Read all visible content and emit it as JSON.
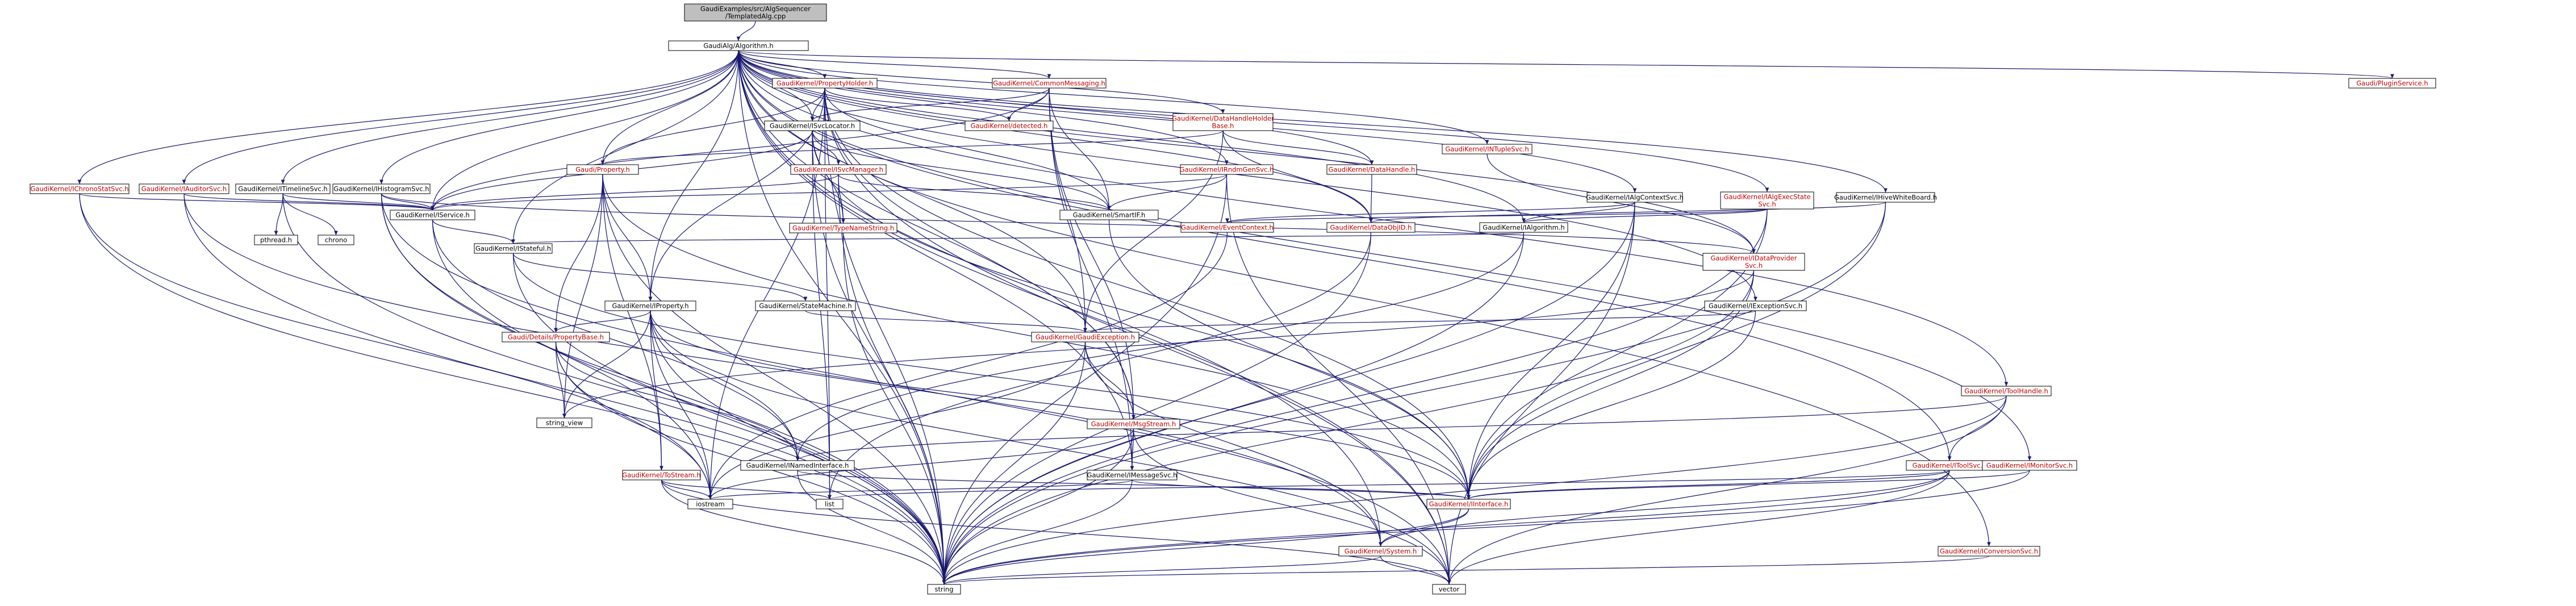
{
  "colors": {
    "edge": "#191970",
    "root_fill": "#bfbfbf",
    "red_text": "#bf0000",
    "node_text": "#000000"
  },
  "nodes": [
    {
      "id": "root",
      "lines": [
        "GaudiExamples/src/AlgSequencer",
        "/TemplatedAlg.cpp"
      ],
      "color": "root"
    },
    {
      "id": "alg",
      "lines": [
        "GaudiAlg/Algorithm.h"
      ],
      "color": "black"
    },
    {
      "id": "ichrono",
      "lines": [
        "GaudiKernel/IChronoStatSvc.h"
      ],
      "color": "red"
    },
    {
      "id": "iauditor",
      "lines": [
        "GaudiKernel/IAuditorSvc.h"
      ],
      "color": "red"
    },
    {
      "id": "itimeline",
      "lines": [
        "GaudiKernel/ITimelineSvc.h"
      ],
      "color": "black"
    },
    {
      "id": "ihisto",
      "lines": [
        "GaudiKernel/IHistogramSvc.h"
      ],
      "color": "black"
    },
    {
      "id": "propholder",
      "lines": [
        "GaudiKernel/PropertyHolder.h"
      ],
      "color": "red"
    },
    {
      "id": "commonmsg",
      "lines": [
        "GaudiKernel/CommonMessaging.h"
      ],
      "color": "red"
    },
    {
      "id": "dhh",
      "lines": [
        "GaudiKernel/DataHandleHolder",
        "Base.h"
      ],
      "color": "red"
    },
    {
      "id": "ntuple",
      "lines": [
        "GaudiKernel/INTupleSvc.h"
      ],
      "color": "red"
    },
    {
      "id": "pluginsvc",
      "lines": [
        "Gaudi/PluginService.h"
      ],
      "color": "red"
    },
    {
      "id": "isvclocator",
      "lines": [
        "GaudiKernel/ISvcLocator.h"
      ],
      "color": "black"
    },
    {
      "id": "detected",
      "lines": [
        "GaudiKernel/detected.h"
      ],
      "color": "red"
    },
    {
      "id": "property",
      "lines": [
        "Gaudi/Property.h"
      ],
      "color": "red"
    },
    {
      "id": "isvcmanager",
      "lines": [
        "GaudiKernel/ISvcManager.h"
      ],
      "color": "red"
    },
    {
      "id": "smartif",
      "lines": [
        "GaudiKernel/SmartIF.h"
      ],
      "color": "black"
    },
    {
      "id": "irndm",
      "lines": [
        "GaudiKernel/IRndmGenSvc.h"
      ],
      "color": "red"
    },
    {
      "id": "datahandle",
      "lines": [
        "GaudiKernel/DataHandle.h"
      ],
      "color": "red"
    },
    {
      "id": "ialgctx",
      "lines": [
        "GaudiKernel/IAlgContextSvc.h"
      ],
      "color": "black"
    },
    {
      "id": "ialgexec",
      "lines": [
        "GaudiKernel/IAlgExecState",
        "Svc.h"
      ],
      "color": "red"
    },
    {
      "id": "ihive",
      "lines": [
        "GaudiKernel/IHiveWhiteBoard.h"
      ],
      "color": "black"
    },
    {
      "id": "iservice",
      "lines": [
        "GaudiKernel/IService.h"
      ],
      "color": "black"
    },
    {
      "id": "typename",
      "lines": [
        "GaudiKernel/TypeNameString.h"
      ],
      "color": "red"
    },
    {
      "id": "eventctx",
      "lines": [
        "GaudiKernel/EventContext.h"
      ],
      "color": "red"
    },
    {
      "id": "dataobjid",
      "lines": [
        "GaudiKernel/DataObjID.h"
      ],
      "color": "red"
    },
    {
      "id": "ialgorithm",
      "lines": [
        "GaudiKernel/IAlgorithm.h"
      ],
      "color": "black"
    },
    {
      "id": "pthread",
      "lines": [
        "pthread.h"
      ],
      "color": "grey"
    },
    {
      "id": "chrono",
      "lines": [
        "chrono"
      ],
      "color": "grey"
    },
    {
      "id": "istateful",
      "lines": [
        "GaudiKernel/IStateful.h"
      ],
      "color": "black"
    },
    {
      "id": "idataprov",
      "lines": [
        "GaudiKernel/IDataProvider",
        "Svc.h"
      ],
      "color": "red"
    },
    {
      "id": "iproperty",
      "lines": [
        "GaudiKernel/IProperty.h"
      ],
      "color": "black"
    },
    {
      "id": "istatemachine",
      "lines": [
        "GaudiKernel/StateMachine.h"
      ],
      "color": "black"
    },
    {
      "id": "iexception",
      "lines": [
        "GaudiKernel/IExceptionSvc.h"
      ],
      "color": "black"
    },
    {
      "id": "propbase",
      "lines": [
        "Gaudi/Details/PropertyBase.h"
      ],
      "color": "red"
    },
    {
      "id": "gaudiexc",
      "lines": [
        "GaudiKernel/GaudiException.h"
      ],
      "color": "red"
    },
    {
      "id": "toolhandle",
      "lines": [
        "GaudiKernel/ToolHandle.h"
      ],
      "color": "red"
    },
    {
      "id": "string_view",
      "lines": [
        "string_view"
      ],
      "color": "grey"
    },
    {
      "id": "tostream",
      "lines": [
        "GaudiKernel/ToStream.h"
      ],
      "color": "red"
    },
    {
      "id": "inamed",
      "lines": [
        "GaudiKernel/INamedInterface.h"
      ],
      "color": "black"
    },
    {
      "id": "msgstream",
      "lines": [
        "GaudiKernel/MsgStream.h"
      ],
      "color": "red"
    },
    {
      "id": "itoolsvc",
      "lines": [
        "GaudiKernel/IToolSvc.h"
      ],
      "color": "red"
    },
    {
      "id": "imonitor",
      "lines": [
        "GaudiKernel/IMonitorSvc.h"
      ],
      "color": "red"
    },
    {
      "id": "imessagesvc",
      "lines": [
        "GaudiKernel/IMessageSvc.h"
      ],
      "color": "black"
    },
    {
      "id": "iostream",
      "lines": [
        "iostream"
      ],
      "color": "grey"
    },
    {
      "id": "list",
      "lines": [
        "list"
      ],
      "color": "grey"
    },
    {
      "id": "iinterface",
      "lines": [
        "GaudiKernel/IInterface.h"
      ],
      "color": "red"
    },
    {
      "id": "system",
      "lines": [
        "GaudiKernel/System.h"
      ],
      "color": "red"
    },
    {
      "id": "iconversion",
      "lines": [
        "GaudiKernel/IConversionSvc.h"
      ],
      "color": "red"
    },
    {
      "id": "string",
      "lines": [
        "string"
      ],
      "color": "grey"
    },
    {
      "id": "vector",
      "lines": [
        "vector"
      ],
      "color": "grey"
    }
  ],
  "edges": [
    [
      "root",
      "alg"
    ],
    [
      "alg",
      "ichrono"
    ],
    [
      "alg",
      "iauditor"
    ],
    [
      "alg",
      "itimeline"
    ],
    [
      "alg",
      "ihisto"
    ],
    [
      "alg",
      "propholder"
    ],
    [
      "alg",
      "commonmsg"
    ],
    [
      "alg",
      "dhh"
    ],
    [
      "alg",
      "ntuple"
    ],
    [
      "alg",
      "pluginsvc"
    ],
    [
      "alg",
      "isvclocator"
    ],
    [
      "alg",
      "irndm"
    ],
    [
      "alg",
      "datahandle"
    ],
    [
      "alg",
      "ialgctx"
    ],
    [
      "alg",
      "ialgexec"
    ],
    [
      "alg",
      "ihive"
    ],
    [
      "alg",
      "iservice"
    ],
    [
      "alg",
      "dataobjid"
    ],
    [
      "alg",
      "ialgorithm"
    ],
    [
      "alg",
      "istateful"
    ],
    [
      "alg",
      "idataprov"
    ],
    [
      "alg",
      "iproperty"
    ],
    [
      "alg",
      "iexception"
    ],
    [
      "alg",
      "gaudiexc"
    ],
    [
      "alg",
      "toolhandle"
    ],
    [
      "alg",
      "itoolsvc"
    ],
    [
      "alg",
      "imonitor"
    ],
    [
      "alg",
      "imessagesvc"
    ],
    [
      "alg",
      "iconversion"
    ],
    [
      "alg",
      "property"
    ],
    [
      "alg",
      "string"
    ],
    [
      "alg",
      "vector"
    ],
    [
      "alg",
      "msgstream"
    ],
    [
      "alg",
      "system"
    ],
    [
      "ichrono",
      "iservice"
    ],
    [
      "ichrono",
      "string"
    ],
    [
      "ichrono",
      "iostream"
    ],
    [
      "iauditor",
      "iservice"
    ],
    [
      "iauditor",
      "string"
    ],
    [
      "iauditor",
      "system"
    ],
    [
      "itimeline",
      "iservice"
    ],
    [
      "itimeline",
      "pthread"
    ],
    [
      "itimeline",
      "chrono"
    ],
    [
      "itimeline",
      "string"
    ],
    [
      "ihisto",
      "iservice"
    ],
    [
      "ihisto",
      "idataprov"
    ],
    [
      "ihisto",
      "string"
    ],
    [
      "ihisto",
      "iostream"
    ],
    [
      "ihisto",
      "vector"
    ],
    [
      "propholder",
      "isvclocator"
    ],
    [
      "propholder",
      "property"
    ],
    [
      "propholder",
      "iproperty"
    ],
    [
      "propholder",
      "detected"
    ],
    [
      "propholder",
      "smartif"
    ],
    [
      "propholder",
      "iinterface"
    ],
    [
      "propholder",
      "msgstream"
    ],
    [
      "propholder",
      "iostream"
    ],
    [
      "propholder",
      "string"
    ],
    [
      "propholder",
      "vector"
    ],
    [
      "propholder",
      "list"
    ],
    [
      "commonmsg",
      "isvclocator"
    ],
    [
      "commonmsg",
      "detected"
    ],
    [
      "commonmsg",
      "smartif"
    ],
    [
      "commonmsg",
      "imessagesvc"
    ],
    [
      "commonmsg",
      "msgstream"
    ],
    [
      "commonmsg",
      "gaudiexc"
    ],
    [
      "commonmsg",
      "iservice"
    ],
    [
      "dhh",
      "property"
    ],
    [
      "dhh",
      "dataobjid"
    ],
    [
      "dhh",
      "datahandle"
    ],
    [
      "dhh",
      "gaudiexc"
    ],
    [
      "ntuple",
      "idataprov"
    ],
    [
      "isvclocator",
      "iservice"
    ],
    [
      "isvclocator",
      "isvcmanager"
    ],
    [
      "isvclocator",
      "smartif"
    ],
    [
      "isvclocator",
      "typename"
    ],
    [
      "isvclocator",
      "iinterface"
    ],
    [
      "isvclocator",
      "string"
    ],
    [
      "isvclocator",
      "list"
    ],
    [
      "property",
      "iproperty"
    ],
    [
      "property",
      "propbase"
    ],
    [
      "property",
      "tostream"
    ],
    [
      "property",
      "string_view"
    ],
    [
      "property",
      "string"
    ],
    [
      "property",
      "iinterface"
    ],
    [
      "isvcmanager",
      "iservice"
    ],
    [
      "isvcmanager",
      "smartif"
    ],
    [
      "isvcmanager",
      "typename"
    ],
    [
      "isvcmanager",
      "string"
    ],
    [
      "smartif",
      "iinterface"
    ],
    [
      "irndm",
      "iservice"
    ],
    [
      "irndm",
      "smartif"
    ],
    [
      "irndm",
      "vector"
    ],
    [
      "irndm",
      "string"
    ],
    [
      "datahandle",
      "dataobjid"
    ],
    [
      "ialgctx",
      "iinterface"
    ],
    [
      "ialgctx",
      "ialgorithm"
    ],
    [
      "ialgctx",
      "eventctx"
    ],
    [
      "ialgctx",
      "vector"
    ],
    [
      "ialgctx",
      "string"
    ],
    [
      "ialgexec",
      "ialgorithm"
    ],
    [
      "ialgexec",
      "eventctx"
    ],
    [
      "ialgexec",
      "iinterface"
    ],
    [
      "ialgexec",
      "string"
    ],
    [
      "ihive",
      "iinterface"
    ],
    [
      "ihive",
      "dataobjid"
    ],
    [
      "ihive",
      "string"
    ],
    [
      "iservice",
      "istateful"
    ],
    [
      "iservice",
      "inamed"
    ],
    [
      "iservice",
      "string"
    ],
    [
      "typename",
      "string"
    ],
    [
      "eventctx",
      "iostream"
    ],
    [
      "dataobjid",
      "string"
    ],
    [
      "dataobjid",
      "list"
    ],
    [
      "ialgorithm",
      "inamed"
    ],
    [
      "ialgorithm",
      "istateful"
    ],
    [
      "ialgorithm",
      "string"
    ],
    [
      "istateful",
      "istatemachine"
    ],
    [
      "istateful",
      "iinterface"
    ],
    [
      "istateful",
      "string"
    ],
    [
      "idataprov",
      "iinterface"
    ],
    [
      "idataprov",
      "string"
    ],
    [
      "idataprov",
      "string_view"
    ],
    [
      "iproperty",
      "propbase"
    ],
    [
      "iproperty",
      "inamed"
    ],
    [
      "iproperty",
      "iinterface"
    ],
    [
      "iproperty",
      "string"
    ],
    [
      "iproperty",
      "string_view"
    ],
    [
      "iproperty",
      "vector"
    ],
    [
      "iproperty",
      "tostream"
    ],
    [
      "iproperty",
      "iostream"
    ],
    [
      "istatemachine",
      "gaudiexc"
    ],
    [
      "iexception",
      "iinterface"
    ],
    [
      "iexception",
      "gaudiexc"
    ],
    [
      "propbase",
      "string_view"
    ],
    [
      "propbase",
      "string"
    ],
    [
      "propbase",
      "iostream"
    ],
    [
      "propbase",
      "inamed"
    ],
    [
      "gaudiexc",
      "msgstream"
    ],
    [
      "gaudiexc",
      "string"
    ],
    [
      "gaudiexc",
      "iostream"
    ],
    [
      "gaudiexc",
      "system"
    ],
    [
      "toolhandle",
      "itoolsvc"
    ],
    [
      "toolhandle",
      "inamed"
    ],
    [
      "toolhandle",
      "string"
    ],
    [
      "toolhandle",
      "vector"
    ],
    [
      "tostream",
      "string"
    ],
    [
      "tostream",
      "iostream"
    ],
    [
      "tostream",
      "list"
    ],
    [
      "tostream",
      "vector"
    ],
    [
      "inamed",
      "iinterface"
    ],
    [
      "inamed",
      "string"
    ],
    [
      "msgstream",
      "imessagesvc"
    ],
    [
      "msgstream",
      "string"
    ],
    [
      "msgstream",
      "iostream"
    ],
    [
      "msgstream",
      "vector"
    ],
    [
      "itoolsvc",
      "iinterface"
    ],
    [
      "itoolsvc",
      "system"
    ],
    [
      "itoolsvc",
      "list"
    ],
    [
      "itoolsvc",
      "string"
    ],
    [
      "itoolsvc",
      "vector"
    ],
    [
      "imonitor",
      "iinterface"
    ],
    [
      "imonitor",
      "string"
    ],
    [
      "imessagesvc",
      "iinterface"
    ],
    [
      "imessagesvc",
      "string"
    ],
    [
      "imessagesvc",
      "iostream"
    ],
    [
      "iinterface",
      "system"
    ],
    [
      "iinterface",
      "string"
    ],
    [
      "system",
      "string"
    ],
    [
      "system",
      "vector"
    ],
    [
      "iconversion",
      "string"
    ]
  ]
}
